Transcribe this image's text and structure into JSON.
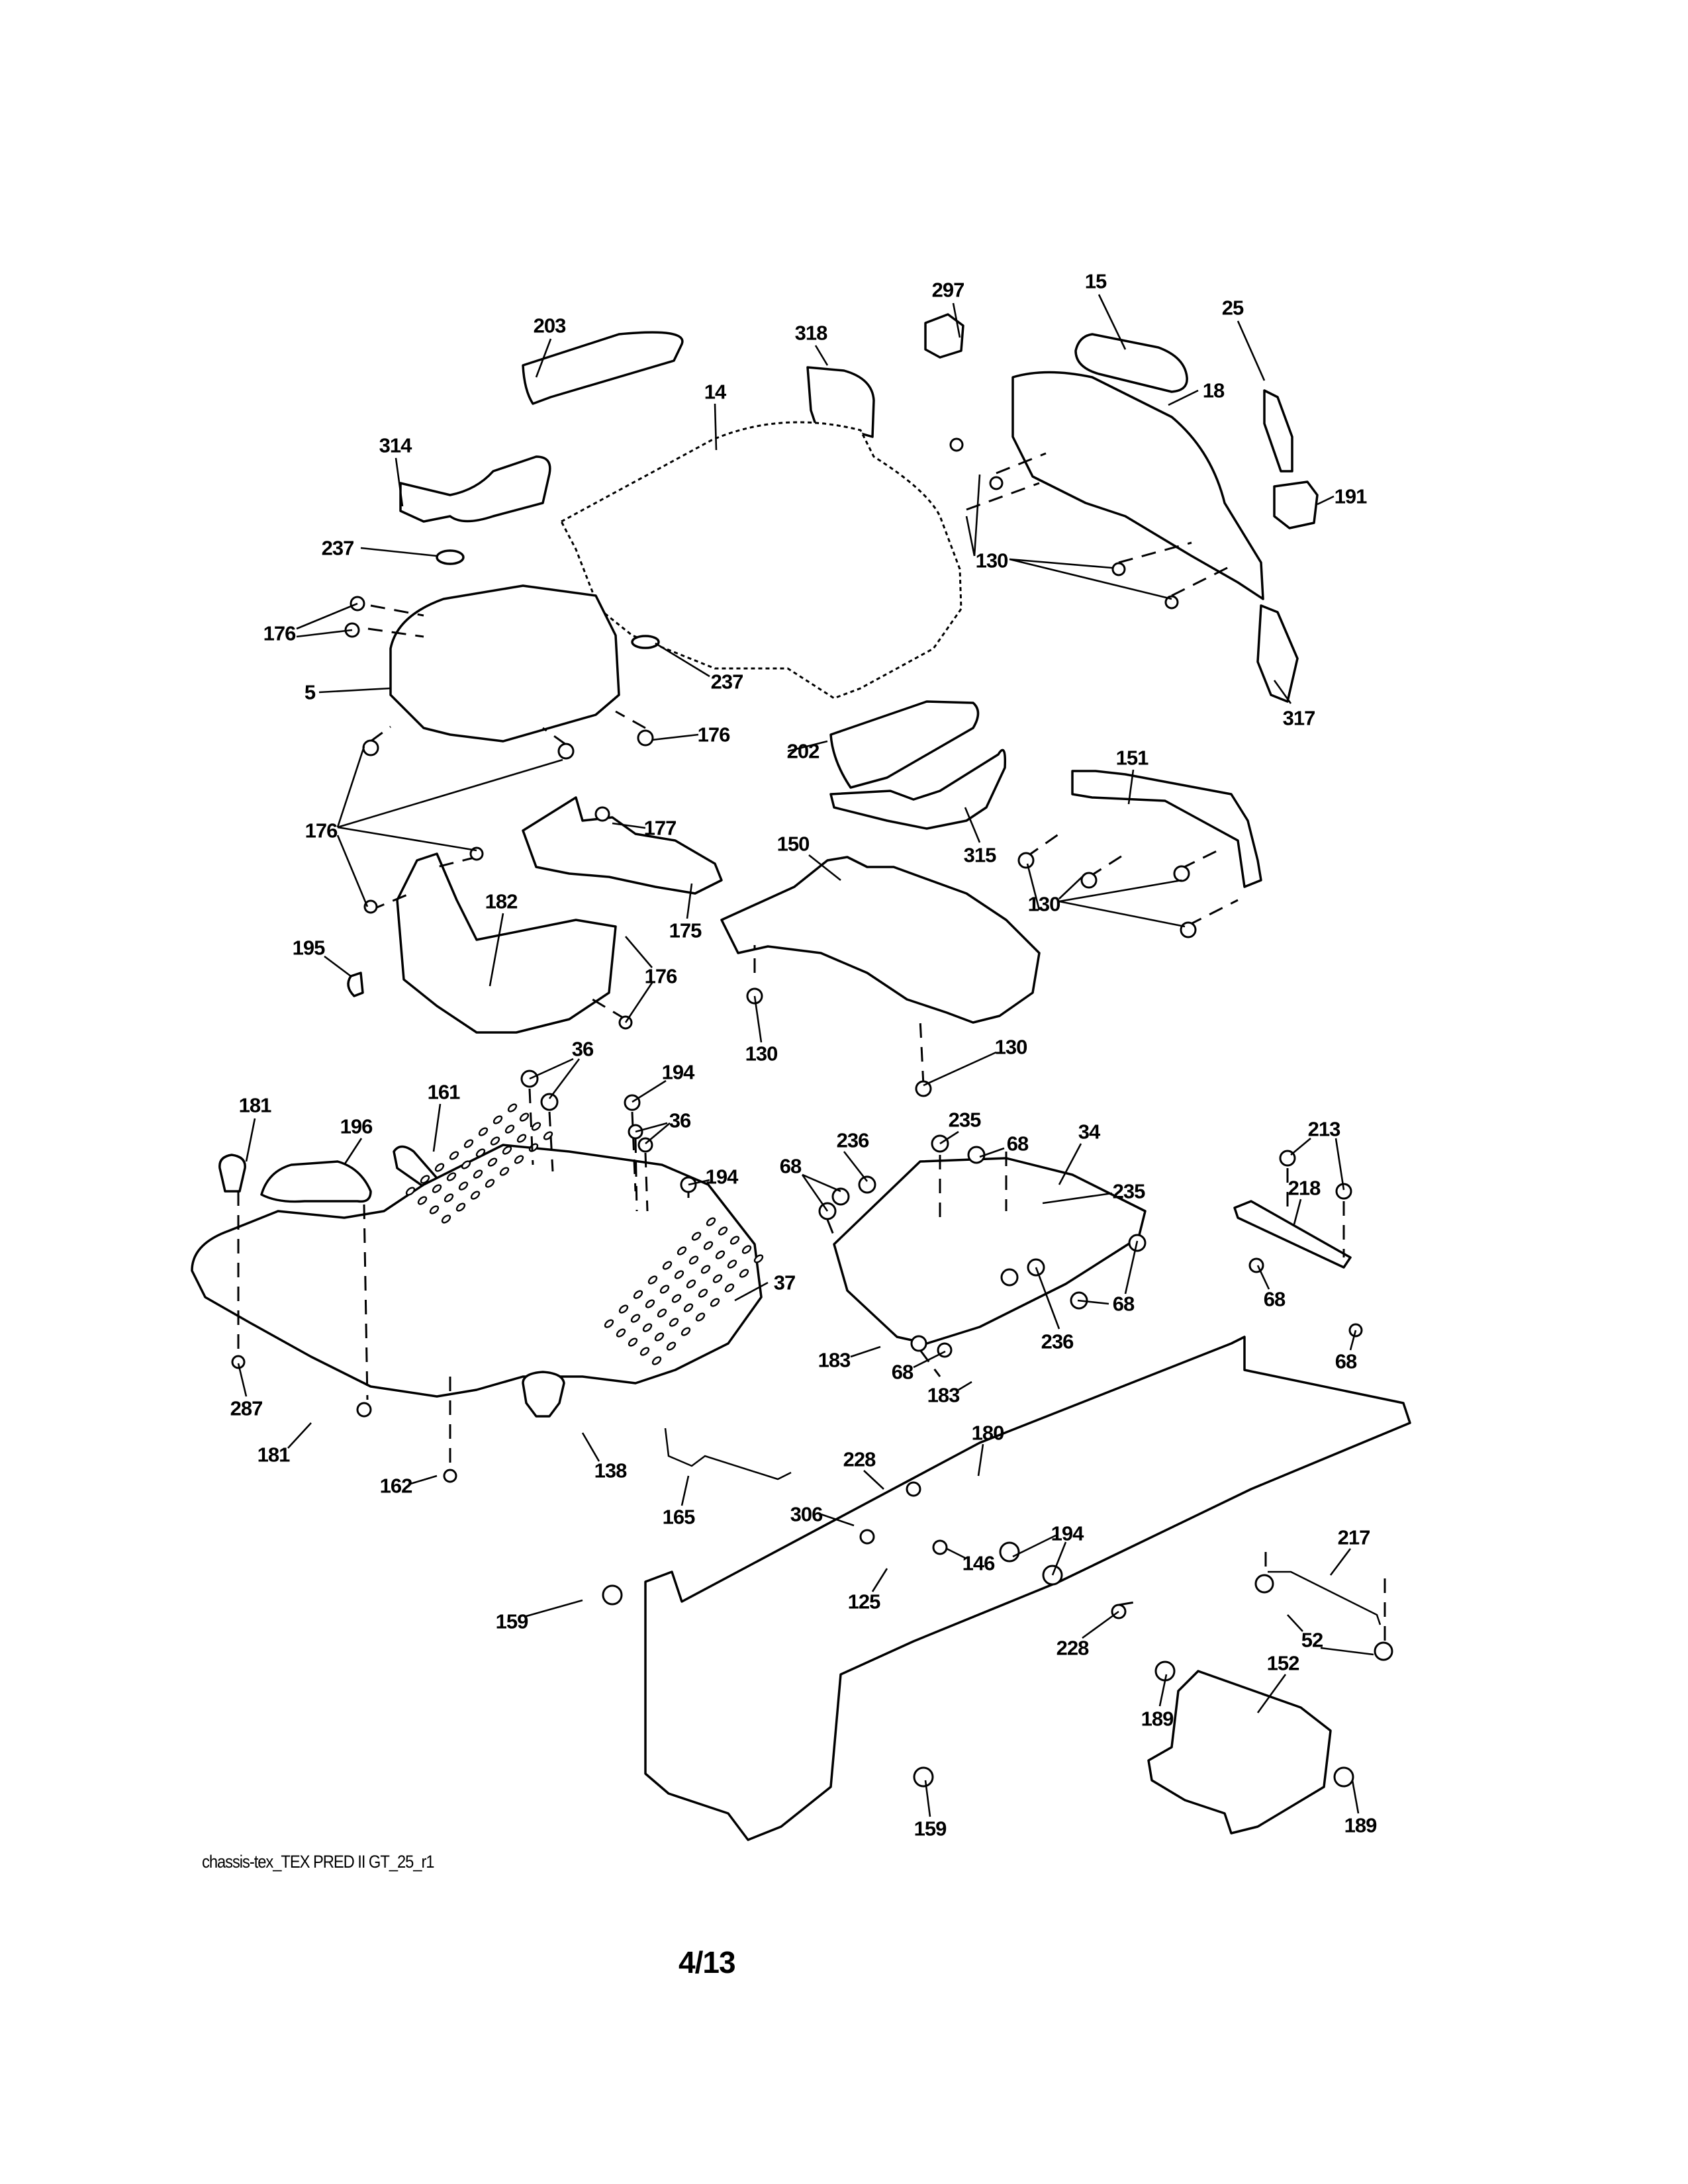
{
  "document": {
    "type": "parts-diagram",
    "subject": "Chassis / hood exploded view",
    "footer_reference": "chassis-tex_TEX PRED II GT_25_r1",
    "page_number": "4/13"
  },
  "callouts": [
    {
      "id": "c-203",
      "label": "203",
      "part": "203"
    },
    {
      "id": "c-297",
      "label": "297",
      "part": "297"
    },
    {
      "id": "c-15",
      "label": "15",
      "part": "15"
    },
    {
      "id": "c-318",
      "label": "318",
      "part": "318"
    },
    {
      "id": "c-25",
      "label": "25",
      "part": "25"
    },
    {
      "id": "c-14",
      "label": "14",
      "part": "14"
    },
    {
      "id": "c-18",
      "label": "18",
      "part": "18"
    },
    {
      "id": "c-314",
      "label": "314",
      "part": "314"
    },
    {
      "id": "c-191",
      "label": "191",
      "part": "191"
    },
    {
      "id": "c-237a",
      "label": "237",
      "part": "237"
    },
    {
      "id": "c-130a",
      "label": "130",
      "part": "130"
    },
    {
      "id": "c-176a",
      "label": "176",
      "part": "176"
    },
    {
      "id": "c-237b",
      "label": "237",
      "part": "237"
    },
    {
      "id": "c-5",
      "label": "5",
      "part": "5"
    },
    {
      "id": "c-176b",
      "label": "176",
      "part": "176"
    },
    {
      "id": "c-317",
      "label": "317",
      "part": "317"
    },
    {
      "id": "c-202",
      "label": "202",
      "part": "202"
    },
    {
      "id": "c-151",
      "label": "151",
      "part": "151"
    },
    {
      "id": "c-176c",
      "label": "176",
      "part": "176"
    },
    {
      "id": "c-177",
      "label": "177",
      "part": "177"
    },
    {
      "id": "c-315",
      "label": "315",
      "part": "315"
    },
    {
      "id": "c-150",
      "label": "150",
      "part": "150"
    },
    {
      "id": "c-130b",
      "label": "130",
      "part": "130"
    },
    {
      "id": "c-182",
      "label": "182",
      "part": "182"
    },
    {
      "id": "c-175",
      "label": "175",
      "part": "175"
    },
    {
      "id": "c-195",
      "label": "195",
      "part": "195"
    },
    {
      "id": "c-176d",
      "label": "176",
      "part": "176"
    },
    {
      "id": "c-130c",
      "label": "130",
      "part": "130"
    },
    {
      "id": "c-130d",
      "label": "130",
      "part": "130"
    },
    {
      "id": "c-36a",
      "label": "36",
      "part": "36"
    },
    {
      "id": "c-194a",
      "label": "194",
      "part": "194"
    },
    {
      "id": "c-181a",
      "label": "181",
      "part": "181"
    },
    {
      "id": "c-161",
      "label": "161",
      "part": "161"
    },
    {
      "id": "c-196",
      "label": "196",
      "part": "196"
    },
    {
      "id": "c-36b",
      "label": "36",
      "part": "36"
    },
    {
      "id": "c-235a",
      "label": "235",
      "part": "235"
    },
    {
      "id": "c-236a",
      "label": "236",
      "part": "236"
    },
    {
      "id": "c-68a",
      "label": "68",
      "part": "68"
    },
    {
      "id": "c-34",
      "label": "34",
      "part": "34"
    },
    {
      "id": "c-213",
      "label": "213",
      "part": "213"
    },
    {
      "id": "c-194b",
      "label": "194",
      "part": "194"
    },
    {
      "id": "c-68b",
      "label": "68",
      "part": "68"
    },
    {
      "id": "c-235b",
      "label": "235",
      "part": "235"
    },
    {
      "id": "c-218",
      "label": "218",
      "part": "218"
    },
    {
      "id": "c-37",
      "label": "37",
      "part": "37"
    },
    {
      "id": "c-68c",
      "label": "68",
      "part": "68"
    },
    {
      "id": "c-68d",
      "label": "68",
      "part": "68"
    },
    {
      "id": "c-236b",
      "label": "236",
      "part": "236"
    },
    {
      "id": "c-183a",
      "label": "183",
      "part": "183"
    },
    {
      "id": "c-68e",
      "label": "68",
      "part": "68"
    },
    {
      "id": "c-68f",
      "label": "68",
      "part": "68"
    },
    {
      "id": "c-183b",
      "label": "183",
      "part": "183"
    },
    {
      "id": "c-287",
      "label": "287",
      "part": "287"
    },
    {
      "id": "c-181b",
      "label": "181",
      "part": "181"
    },
    {
      "id": "c-138",
      "label": "138",
      "part": "138"
    },
    {
      "id": "c-162",
      "label": "162",
      "part": "162"
    },
    {
      "id": "c-180",
      "label": "180",
      "part": "180"
    },
    {
      "id": "c-228a",
      "label": "228",
      "part": "228"
    },
    {
      "id": "c-165",
      "label": "165",
      "part": "165"
    },
    {
      "id": "c-306",
      "label": "306",
      "part": "306"
    },
    {
      "id": "c-194c",
      "label": "194",
      "part": "194"
    },
    {
      "id": "c-217",
      "label": "217",
      "part": "217"
    },
    {
      "id": "c-146",
      "label": "146",
      "part": "146"
    },
    {
      "id": "c-159a",
      "label": "159",
      "part": "159"
    },
    {
      "id": "c-125",
      "label": "125",
      "part": "125"
    },
    {
      "id": "c-52",
      "label": "52",
      "part": "52"
    },
    {
      "id": "c-228b",
      "label": "228",
      "part": "228"
    },
    {
      "id": "c-189a",
      "label": "189",
      "part": "189"
    },
    {
      "id": "c-152",
      "label": "152",
      "part": "152"
    },
    {
      "id": "c-159b",
      "label": "159",
      "part": "159"
    },
    {
      "id": "c-189b",
      "label": "189",
      "part": "189"
    }
  ]
}
